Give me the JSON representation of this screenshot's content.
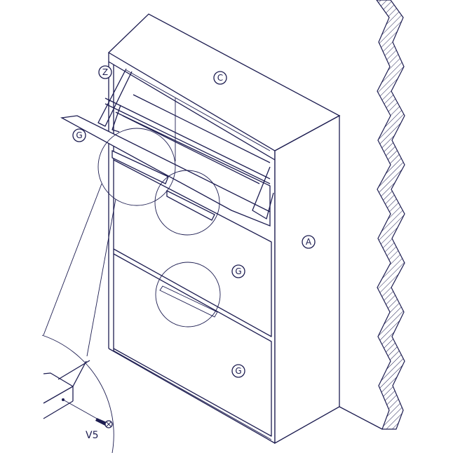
{
  "labels": {
    "cabinet_side": "A",
    "top_panel": "C",
    "hinge": "Z",
    "door_open": "G",
    "door_middle": "G",
    "door_bottom": "G",
    "screw": "V5"
  },
  "colors": {
    "ink": "#1c1c50",
    "background": "#ffffff"
  }
}
